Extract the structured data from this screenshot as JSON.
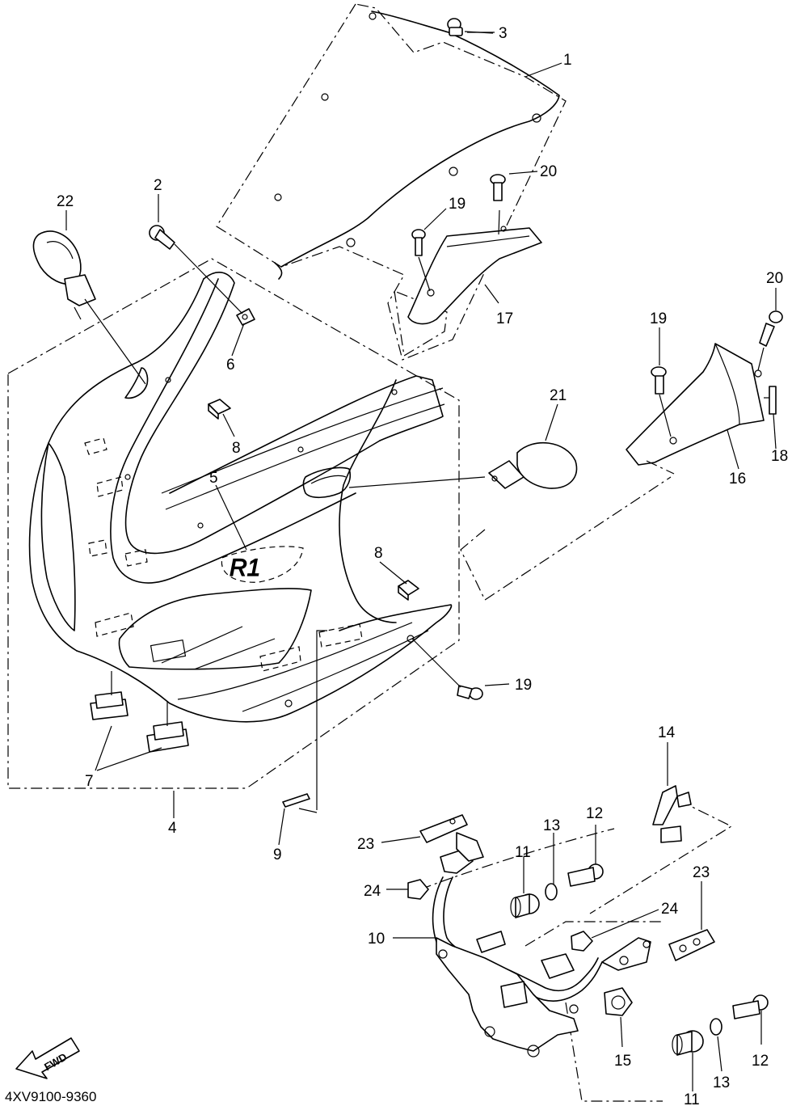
{
  "diagram": {
    "drawing_code": "4XV9100-9360",
    "direction_badge": "FWD",
    "decal_text": "R1",
    "callouts": {
      "c1": "1",
      "c2": "2",
      "c3": "3",
      "c4": "4",
      "c5": "5",
      "c6": "6",
      "c7": "7",
      "c8a": "8",
      "c8b": "8",
      "c9": "9",
      "c10": "10",
      "c11a": "11",
      "c11b": "11",
      "c12a": "12",
      "c12b": "12",
      "c13a": "13",
      "c13b": "13",
      "c14": "14",
      "c15": "15",
      "c16": "16",
      "c17": "17",
      "c18": "18",
      "c19a": "19",
      "c19b": "19",
      "c19c": "19",
      "c20a": "20",
      "c20b": "20",
      "c21": "21",
      "c22": "22",
      "c23a": "23",
      "c23b": "23",
      "c24a": "24",
      "c24b": "24"
    },
    "parts": {
      "windshield": "windshield-part",
      "upper_cowling": "upper-cowling-part",
      "cowling_stay": "cowling-stay-part",
      "left_mirror": "mirror-part",
      "right_mirror": "mirror-part",
      "left_inner_panel": "inner-panel-part",
      "right_inner_panel": "inner-panel-part"
    }
  }
}
